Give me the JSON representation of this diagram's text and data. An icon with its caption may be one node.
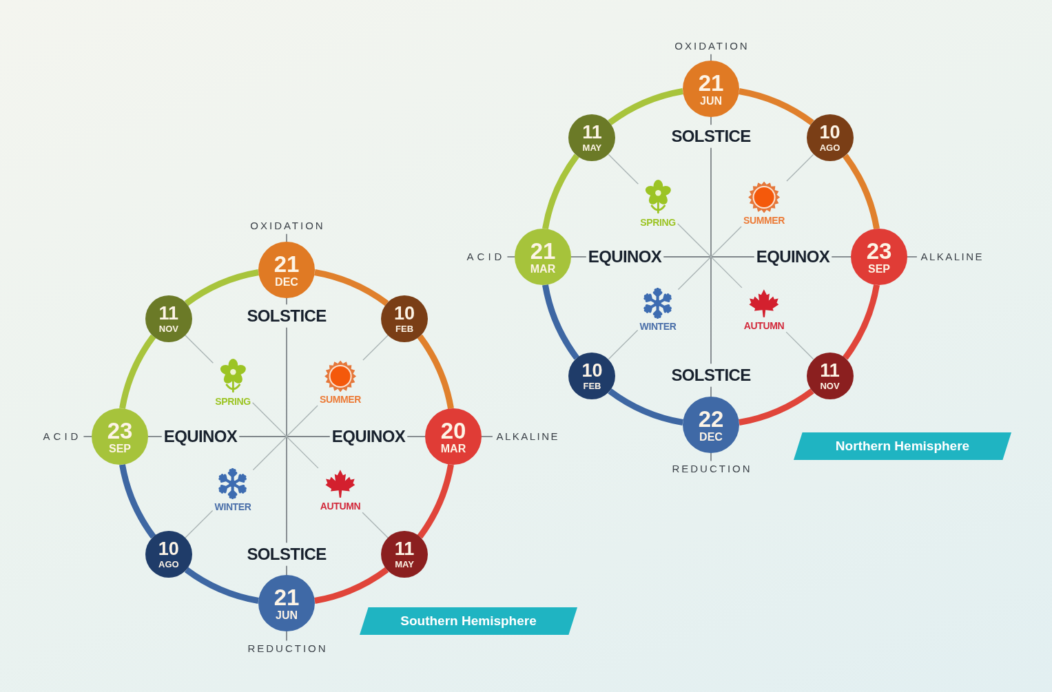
{
  "diagram": {
    "nodes": [
      {
        "text": [
          "OXIDATION"
        ]
      },
      {
        "text": [
          "21",
          "DEC"
        ]
      },
      {
        "text": [
          "11",
          "NOV"
        ]
      },
      {
        "text": [
          "SOLSTICE"
        ]
      },
      {
        "text": [
          "10",
          "FEB"
        ]
      },
      {
        "text": [
          "SPRING"
        ]
      },
      {
        "text": [
          "SUMMER"
        ]
      },
      {
        "text": [
          "ACID"
        ]
      },
      {
        "text": [
          "23",
          "SEP"
        ]
      },
      {
        "text": [
          "EQUINOX"
        ]
      },
      {
        "text": [
          "EQUINOX"
        ]
      },
      {
        "text": [
          "20",
          "MAR"
        ]
      },
      {
        "text": [
          "ALKALINE"
        ]
      },
      {
        "text": [
          "WINTER"
        ]
      },
      {
        "text": [
          "AUTUMN"
        ]
      },
      {
        "text": [
          "10",
          "AGO"
        ]
      },
      {
        "text": [
          "SOLSTICE"
        ]
      },
      {
        "text": [
          "11",
          "MAY"
        ]
      },
      {
        "text": [
          "21",
          "JUN"
        ]
      },
      {
        "text": [
          "Southern Hemisphere"
        ]
      },
      {
        "text": [
          "REDUCTION"
        ]
      },
      {
        "text": [
          "OXIDATION"
        ]
      },
      {
        "text": [
          "21",
          "JUN"
        ]
      },
      {
        "text": [
          "11",
          "MAY"
        ]
      },
      {
        "text": [
          "SOLSTICE"
        ]
      },
      {
        "text": [
          "10",
          "AGO"
        ]
      },
      {
        "text": [
          "SPRING"
        ]
      },
      {
        "text": [
          "SUMMER"
        ]
      },
      {
        "text": [
          "ACID"
        ]
      },
      {
        "text": [
          "21",
          "MAR"
        ]
      },
      {
        "text": [
          "EQUINOX"
        ]
      },
      {
        "text": [
          "EQUINOX"
        ]
      },
      {
        "text": [
          "23",
          "SEP"
        ]
      },
      {
        "text": [
          "ALKALINE"
        ]
      },
      {
        "text": [
          "WINTER"
        ]
      },
      {
        "text": [
          "AUTUMN"
        ]
      },
      {
        "text": [
          "10",
          "FEB"
        ]
      },
      {
        "text": [
          "SOLSTICE"
        ]
      },
      {
        "text": [
          "11",
          "NOV"
        ]
      },
      {
        "text": [
          "22",
          "DEC"
        ]
      },
      {
        "text": [
          "Northern Hemisphere"
        ]
      },
      {
        "text": [
          "REDUCTION"
        ]
      }
    ],
    "edges": [
      {
        "from": 8,
        "to": 2,
        "arrow": "none",
        "style": "thick",
        "color": "#a8c43c"
      },
      {
        "from": 2,
        "to": 1,
        "arrow": "none",
        "style": "thick",
        "color": "#a8c43c"
      },
      {
        "from": 1,
        "to": 4,
        "arrow": "none",
        "style": "thick",
        "color": "#e0802c"
      },
      {
        "from": 4,
        "to": 11,
        "arrow": "none",
        "style": "thick",
        "color": "#e0802c"
      },
      {
        "from": 11,
        "to": 17,
        "arrow": "none",
        "style": "thick",
        "color": "#e0453a"
      },
      {
        "from": 17,
        "to": 18,
        "arrow": "none",
        "style": "thick",
        "color": "#e0453a"
      },
      {
        "from": 18,
        "to": 15,
        "arrow": "none",
        "style": "thick",
        "color": "#3e67a3"
      },
      {
        "from": 15,
        "to": 8,
        "arrow": "none",
        "style": "thick",
        "color": "#3e67a3"
      },
      {
        "from": 0,
        "to": 1,
        "arrow": "none"
      },
      {
        "from": 1,
        "to": 3,
        "arrow": "none"
      },
      {
        "from": 3,
        "to": 16,
        "arrow": "none"
      },
      {
        "from": 16,
        "to": 18,
        "arrow": "none"
      },
      {
        "from": 18,
        "to": 20,
        "arrow": "none"
      },
      {
        "from": 7,
        "to": 8,
        "arrow": "none"
      },
      {
        "from": 8,
        "to": 9,
        "arrow": "none"
      },
      {
        "from": 9,
        "to": 10,
        "arrow": "none"
      },
      {
        "from": 10,
        "to": 11,
        "arrow": "none"
      },
      {
        "from": 11,
        "to": 12,
        "arrow": "none"
      },
      {
        "from": 2,
        "to": 5,
        "arrow": "none",
        "color": "#a9b3b4"
      },
      {
        "from": 5,
        "to": 14,
        "arrow": "none",
        "color": "#a9b3b4"
      },
      {
        "from": 14,
        "to": 17,
        "arrow": "none",
        "color": "#a9b3b4"
      },
      {
        "from": 4,
        "to": 6,
        "arrow": "none",
        "color": "#a9b3b4"
      },
      {
        "from": 6,
        "to": 13,
        "arrow": "none",
        "color": "#a9b3b4"
      },
      {
        "from": 13,
        "to": 15,
        "arrow": "none",
        "color": "#a9b3b4"
      },
      {
        "from": 29,
        "to": 23,
        "arrow": "none",
        "style": "thick",
        "color": "#a8c43c"
      },
      {
        "from": 23,
        "to": 22,
        "arrow": "none",
        "style": "thick",
        "color": "#a8c43c"
      },
      {
        "from": 22,
        "to": 25,
        "arrow": "none",
        "style": "thick",
        "color": "#e0802c"
      },
      {
        "from": 25,
        "to": 32,
        "arrow": "none",
        "style": "thick",
        "color": "#e0802c"
      },
      {
        "from": 32,
        "to": 38,
        "arrow": "none",
        "style": "thick",
        "color": "#e0453a"
      },
      {
        "from": 38,
        "to": 39,
        "arrow": "none",
        "style": "thick",
        "color": "#e0453a"
      },
      {
        "from": 39,
        "to": 36,
        "arrow": "none",
        "style": "thick",
        "color": "#3e67a3"
      },
      {
        "from": 36,
        "to": 29,
        "arrow": "none",
        "style": "thick",
        "color": "#3e67a3"
      },
      {
        "from": 21,
        "to": 22,
        "arrow": "none"
      },
      {
        "from": 22,
        "to": 24,
        "arrow": "none"
      },
      {
        "from": 24,
        "to": 37,
        "arrow": "none"
      },
      {
        "from": 37,
        "to": 39,
        "arrow": "none"
      },
      {
        "from": 39,
        "to": 41,
        "arrow": "none"
      },
      {
        "from": 28,
        "to": 29,
        "arrow": "none"
      },
      {
        "from": 29,
        "to": 30,
        "arrow": "none"
      },
      {
        "from": 30,
        "to": 31,
        "arrow": "none"
      },
      {
        "from": 31,
        "to": 32,
        "arrow": "none"
      },
      {
        "from": 32,
        "to": 33,
        "arrow": "none"
      },
      {
        "from": 23,
        "to": 26,
        "arrow": "none",
        "color": "#a9b3b4"
      },
      {
        "from": 26,
        "to": 35,
        "arrow": "none",
        "color": "#a9b3b4"
      },
      {
        "from": 35,
        "to": 38,
        "arrow": "none",
        "color": "#a9b3b4"
      },
      {
        "from": 25,
        "to": 27,
        "arrow": "none",
        "color": "#a9b3b4"
      },
      {
        "from": 27,
        "to": 34,
        "arrow": "none",
        "color": "#a9b3b4"
      },
      {
        "from": 34,
        "to": 36,
        "arrow": "none",
        "color": "#a9b3b4"
      }
    ]
  }
}
